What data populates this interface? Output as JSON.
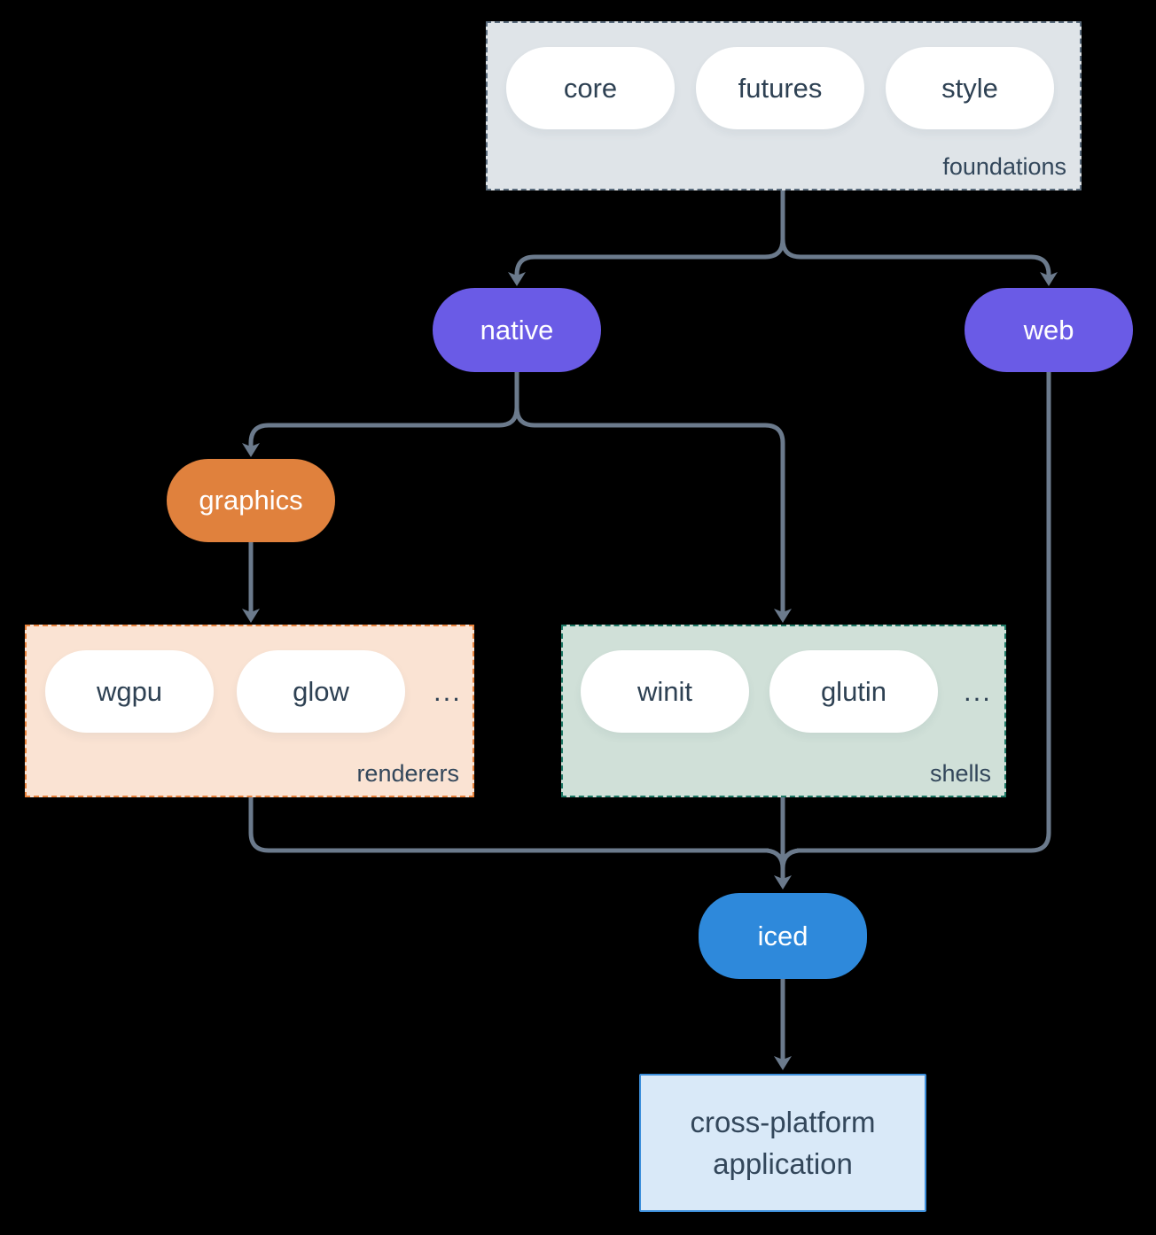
{
  "colors": {
    "bg": "#000000",
    "arrow": "#6B7A8C",
    "pill-bg": "#FFFFFF",
    "pill-text": "#2E4153",
    "label-text": "#33475B",
    "purple": "#6A5BE6",
    "orange": "#E0813D",
    "blue": "#2E89DB",
    "foundations-fill": "#DFE4E8",
    "foundations-border": "#5A6B7C",
    "renderers-fill": "#FAE3D3",
    "renderers-border": "#E8833D",
    "shells-fill": "#D0E0D8",
    "shells-border": "#1F7A67",
    "app-fill": "#D9E9F8",
    "app-border": "#3D8FDB",
    "node-text": "#FFFFFF"
  },
  "groups": {
    "foundations": {
      "label": "foundations",
      "pills": [
        "core",
        "futures",
        "style"
      ]
    },
    "renderers": {
      "label": "renderers",
      "pills": [
        "wgpu",
        "glow"
      ],
      "more": "..."
    },
    "shells": {
      "label": "shells",
      "pills": [
        "winit",
        "glutin"
      ],
      "more": "..."
    }
  },
  "nodes": {
    "native": "native",
    "web": "web",
    "graphics": "graphics",
    "iced": "iced",
    "application": {
      "line1": "cross-platform",
      "line2": "application"
    }
  }
}
